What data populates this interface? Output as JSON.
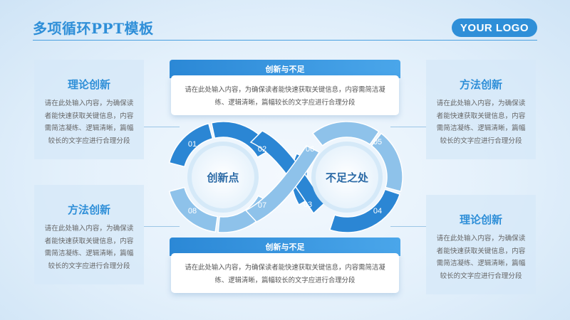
{
  "header": {
    "title": "多项循环PPT模板",
    "logo": "YOUR LOGO"
  },
  "left_top": {
    "title": "理论创新",
    "text": "请在此处输入内容，为确保读者能快速获取关键信息，内容需简洁凝练、逻辑清晰，篇幅较长的文字应进行合理分段"
  },
  "left_bottom": {
    "title": "方法创新",
    "text": "请在此处输入内容，为确保读者能快速获取关键信息，内容需简洁凝练、逻辑清晰，篇幅较长的文字应进行合理分段"
  },
  "right_top": {
    "title": "方法创新",
    "text": "请在此处输入内容，为确保读者能快速获取关键信息，内容需简洁凝练、逻辑清晰，篇幅较长的文字应进行合理分段"
  },
  "right_bottom": {
    "title": "理论创新",
    "text": "请在此处输入内容，为确保读者能快速获取关键信息，内容需简洁凝练、逻辑清晰，篇幅较长的文字应进行合理分段"
  },
  "top_card": {
    "title": "创新与不足",
    "text": "请在此处输入内容，为确保读者能快速获取关键信息，内容需简洁凝练、逻辑清晰，篇幅较长的文字应进行合理分段"
  },
  "bottom_card": {
    "title": "创新与不足",
    "text": "请在此处输入内容，为确保读者能快速获取关键信息，内容需简洁凝练、逻辑清晰，篇幅较长的文字应进行合理分段"
  },
  "loop": {
    "left_label": "创新点",
    "right_label": "不足之处",
    "segments": [
      "01",
      "02",
      "03",
      "04",
      "05",
      "06",
      "07",
      "08"
    ]
  },
  "colors": {
    "accent": "#2f8fd8",
    "dark_segment": "#2b86d4",
    "light_segment": "#8ec2ea"
  }
}
